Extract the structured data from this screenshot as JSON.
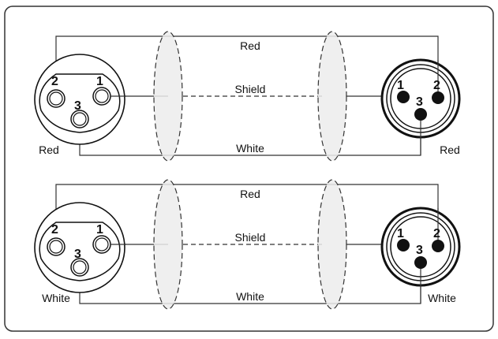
{
  "panels": [
    {
      "wire_top": "Red",
      "wire_mid": "Shield",
      "wire_bottom": "White",
      "left_color": "Red",
      "right_color": "Red",
      "pins": {
        "p1": "1",
        "p2": "2",
        "p3": "3"
      }
    },
    {
      "wire_top": "Red",
      "wire_mid": "Shield",
      "wire_bottom": "White",
      "left_color": "White",
      "right_color": "White",
      "pins": {
        "p1": "1",
        "p2": "2",
        "p3": "3"
      }
    }
  ]
}
